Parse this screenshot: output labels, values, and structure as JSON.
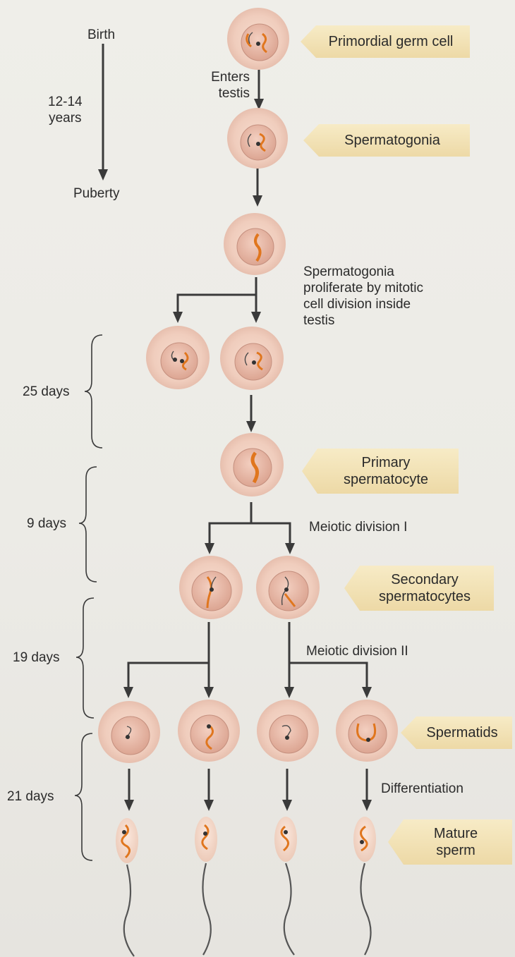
{
  "timeline": {
    "birth": "Birth",
    "years": "12-14\nyears",
    "puberty": "Puberty"
  },
  "enters_testis": "Enters\ntestis",
  "stages": {
    "primordial": "Primordial germ cell",
    "spermatogonia": "Spermatogonia",
    "primary": "Primary\nspermatocyte",
    "secondary": "Secondary\nspermatocytes",
    "spermatids": "Spermatids",
    "mature": "Mature\nsperm"
  },
  "annotations": {
    "proliferate": "Spermatogonia\nproliferate by mitotic\ncell division inside\ntestis",
    "meiotic1": "Meiotic division I",
    "meiotic2": "Meiotic division II",
    "differentiation": "Differentiation"
  },
  "durations": {
    "d25": "25 days",
    "d9": "9 days",
    "d19": "19 days",
    "d21": "21 days"
  },
  "colors": {
    "cell": "#f1d2c3",
    "nucleus": "#e9b4a4",
    "chromosome": "#e0761e",
    "arrow": "#3a3a3a",
    "tag": "#f2e2b5"
  }
}
